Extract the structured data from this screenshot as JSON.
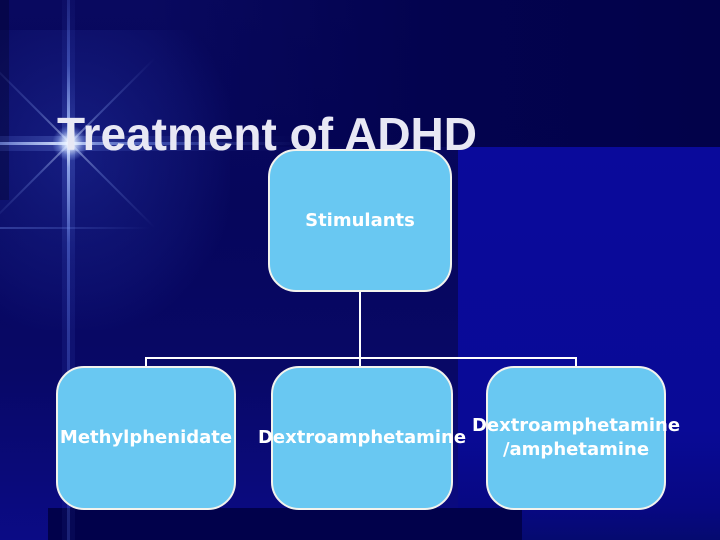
{
  "slide": {
    "title": "Treatment of ADHD"
  },
  "diagram": {
    "root": {
      "label": "Stimulants"
    },
    "children": [
      {
        "label": "Methylphenidate"
      },
      {
        "label": "Dextroamphetamine"
      },
      {
        "lines": [
          "Dextroamphetamine",
          "/amphetamine"
        ]
      }
    ]
  },
  "colors": {
    "background_navy": "#04045E",
    "background_title_band": "#03034F",
    "background_bright_blue": "#090A96",
    "background_bottom_band": "#01014B",
    "node_fill": "#69C8F2",
    "node_border": "#F3F3ED",
    "node_text": "#FFFFFF",
    "connector": "#FFFFFF",
    "title_text": "#E8E8F4",
    "flare_blue": "#8CA8FF"
  }
}
